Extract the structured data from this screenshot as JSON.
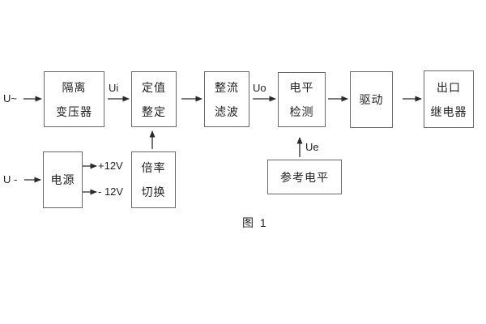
{
  "diagram": {
    "caption": "图 1",
    "inputs": {
      "ac_label": "U~",
      "dc_label": "U -"
    },
    "signals": {
      "ui": "Ui",
      "uo": "Uo",
      "ue": "Ue"
    },
    "power_rails": {
      "positive": "+12V",
      "negative": "- 12V"
    },
    "blocks": {
      "isolation_transformer": "隔离\n变压器",
      "setting_adjustment": "定值\n整定",
      "rectifier_filter": "整流\n滤波",
      "level_detection": "电平\n检测",
      "drive": "驱动",
      "output_relay": "出口\n继电器",
      "power_supply": "电源",
      "ratio_switching": "倍率\n切换",
      "reference_level": "参考电平"
    },
    "colors": {
      "background": "#ffffff",
      "block_border": "#6a6a6a",
      "text": "#1f1f1f",
      "line": "#2a2a2a"
    }
  }
}
